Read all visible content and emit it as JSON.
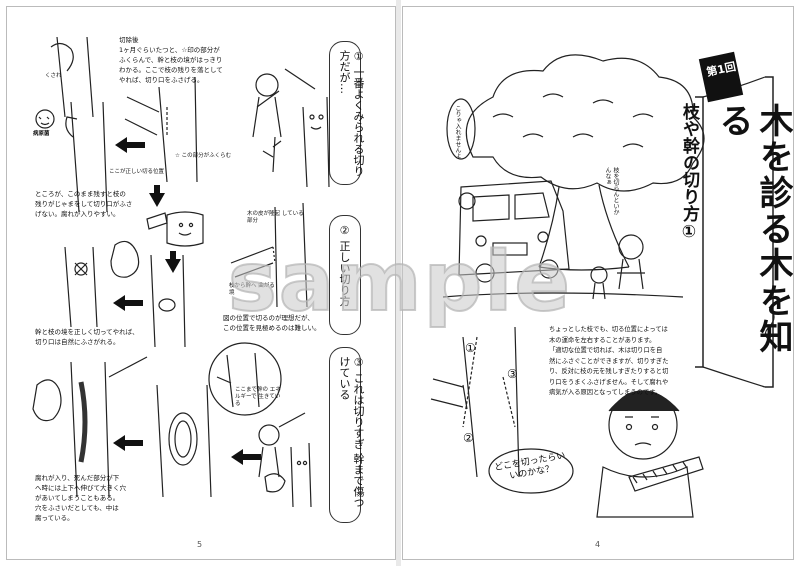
{
  "left_page": {
    "page_number": "5",
    "intro_text": "切除後\n1ヶ月ぐらいたつと、☆印の部分が\nふくらんで、幹と枝の境がはっきり\nわかる。ここで枝の残りを落として\nやれば、切り口をふさげる。",
    "label_correct_position": "ここが正しい切る位置",
    "label_swell": "☆ この部分がふくらむ",
    "label_disease": "病原菌",
    "text_leftover": "ところが、このまま残すと枝の\n残りがじゃまをして切り口がふさ\nげない。腐れが入りやすい。",
    "text_proper_cut": "幹と枝の境を正しく切ってやれば、\n切り口は自然にふさがれる。",
    "label_bark_swell": "木の皮が隆起\nしている部分",
    "label_branch_bend": "枝から幹へ\n曲がる境",
    "text_diagram_note": "図の位置で切るのが理想だが、\nこの位置を見極めるのは難しい。",
    "label_energy": "ここまで幹の\nエネルギーで\n生きている",
    "text_rot": "腐れが入り、死んだ部分が下\nへ時には上下へ伸びて大きく穴\nがあいてしまうこともある。\n穴をふさいだとしても、中は\n腐っている。",
    "label_kusare": "くされ",
    "caption_1": "① 一番よくみられる切り方だが…",
    "caption_2": "② 正しい切り方",
    "caption_3": "③ これは切りすぎ 幹まで傷つけている"
  },
  "right_page": {
    "page_number": "4",
    "chapter_label": "第1回",
    "main_title": "木を診る木を知る",
    "subtitle": "枝や幹の切り方①",
    "speech_cant_enter": "こりゃ入れませんよ",
    "speech_cut_branch": "枝を切らんといかんなぁ",
    "body_text": "ちょっとした枝でも、切る位置によっては\n木の運命を左右することがあります。\n「適切な位置で切れば、木は切り口を自\n然にふさぐことができますが、切りすぎた\nり、反対に枝の元を残しすぎたりすると切\nり口をうまくふさげません。そして腐れや\n病気が入る原因となってしまうのです。",
    "speech_where_cut": "どこを切ったらいいのかな？",
    "marker_1": "①",
    "marker_2": "②",
    "marker_3": "③"
  },
  "watermark": "sample"
}
